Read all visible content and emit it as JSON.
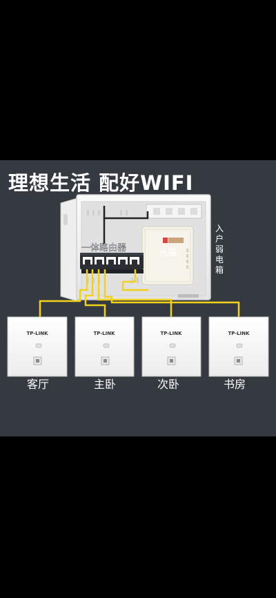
{
  "headline": "理想生活 配好WIFI",
  "box": {
    "router_label": "一体路由器",
    "modem_label": "光猫",
    "inlet_label": "入户弱电箱"
  },
  "panels": [
    {
      "brand": "TP-LINK",
      "room": "客厅"
    },
    {
      "brand": "TP-LINK",
      "room": "主卧"
    },
    {
      "brand": "TP-LINK",
      "room": "次卧"
    },
    {
      "brand": "TP-LINK",
      "room": "书房"
    }
  ],
  "colors": {
    "panel_bg": "#343a40",
    "cable": "#f2d21b",
    "router_body": "#2b2f33"
  }
}
